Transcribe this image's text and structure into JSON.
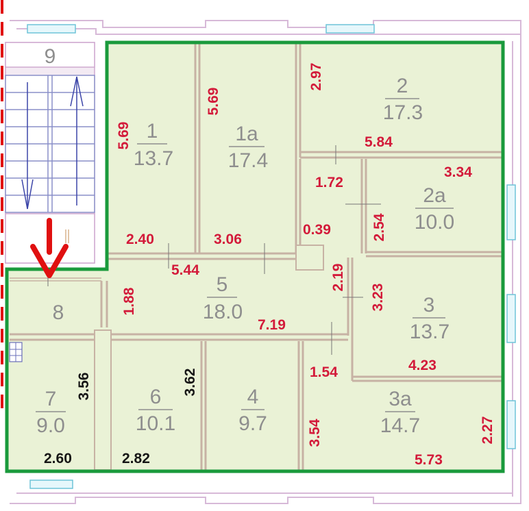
{
  "colors": {
    "boundary": "#1a9a3c",
    "room_fill": "#eaf2d6",
    "dimension": "#d31a3a",
    "arrow": "#e01010",
    "stair_arrow": "#3c45a8"
  },
  "stair": {
    "number": "9"
  },
  "rooms": [
    {
      "id": "r1",
      "number": "1",
      "area": "13.7"
    },
    {
      "id": "r1a",
      "number": "1a",
      "area": "17.4"
    },
    {
      "id": "r2",
      "number": "2",
      "area": "17.3"
    },
    {
      "id": "r2a",
      "number": "2a",
      "area": "10.0"
    },
    {
      "id": "r3",
      "number": "3",
      "area": "13.7"
    },
    {
      "id": "r3a",
      "number": "3a",
      "area": "14.7"
    },
    {
      "id": "r4",
      "number": "4",
      "area": "9.7"
    },
    {
      "id": "r5",
      "number": "5",
      "area": "18.0"
    },
    {
      "id": "r6",
      "number": "6",
      "area": "10.1"
    },
    {
      "id": "r7",
      "number": "7",
      "area": "9.0"
    },
    {
      "id": "r8",
      "number": "8",
      "area": ""
    }
  ],
  "dimensions": {
    "d569a": "5.69",
    "d569b": "5.69",
    "d297": "2.97",
    "d584": "5.84",
    "d172": "1.72",
    "d334": "3.34",
    "d254": "2.54",
    "d039": "0.39",
    "d240": "2.40",
    "d306": "3.06",
    "d544": "5.44",
    "d219": "2.19",
    "d188": "1.88",
    "d323": "3.23",
    "d719": "7.19",
    "d154": "1.54",
    "d423": "4.23",
    "d356": "3.56",
    "d362": "3.62",
    "d354": "3.54",
    "d227": "2.27",
    "d573": "5.73",
    "d260": "2.60",
    "d282": "2.82"
  }
}
